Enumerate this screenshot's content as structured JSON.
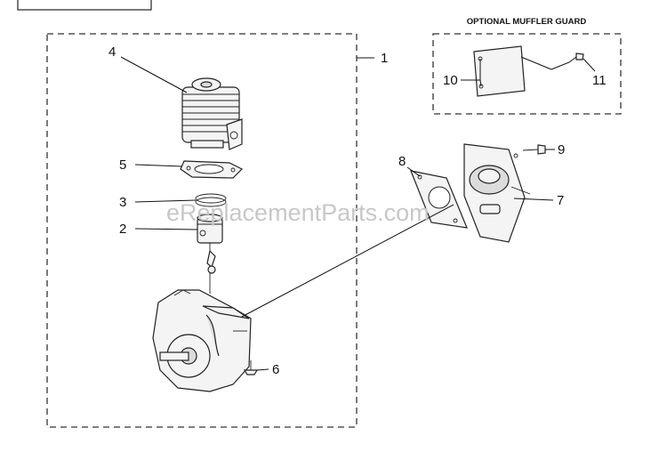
{
  "optional_guard": {
    "title": "OPTIONAL MUFFLER GUARD"
  },
  "callouts": {
    "c1": "1",
    "c2": "2",
    "c3": "3",
    "c4": "4",
    "c5": "5",
    "c6": "6",
    "c7": "7",
    "c8": "8",
    "c9": "9",
    "c10": "10",
    "c11": "11"
  },
  "watermark": "eReplacementParts.com"
}
